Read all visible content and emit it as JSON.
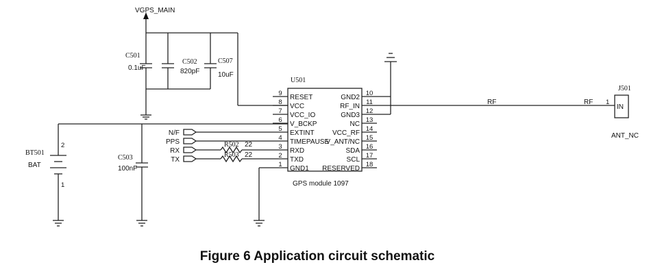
{
  "power": {
    "rail": "VGPS_MAIN"
  },
  "capacitors": {
    "c501": {
      "ref": "C501",
      "value": "0.1uF"
    },
    "c502": {
      "ref": "C502",
      "value": "820pF"
    },
    "c507": {
      "ref": "C507",
      "value": "10uF"
    },
    "c503": {
      "ref": "C503",
      "value": "100nF"
    }
  },
  "battery": {
    "ref": "BT501",
    "value": "BAT",
    "pin_top": "2",
    "pin_bottom": "1"
  },
  "module": {
    "ref": "U501",
    "name": "GPS module 1097",
    "left_pins": [
      {
        "num": "9",
        "name": "RESET"
      },
      {
        "num": "8",
        "name": "VCC"
      },
      {
        "num": "7",
        "name": "VCC_IO"
      },
      {
        "num": "6",
        "name": "V_BCKP"
      },
      {
        "num": "5",
        "name": "EXTINT"
      },
      {
        "num": "4",
        "name": "TIMEPAUSE"
      },
      {
        "num": "3",
        "name": "RXD"
      },
      {
        "num": "2",
        "name": "TXD"
      },
      {
        "num": "1",
        "name": "GND1"
      }
    ],
    "right_pins": [
      {
        "num": "10",
        "name": "GND2"
      },
      {
        "num": "11",
        "name": "RF_IN"
      },
      {
        "num": "12",
        "name": "GND3"
      },
      {
        "num": "13",
        "name": "NC"
      },
      {
        "num": "14",
        "name": "VCC_RF"
      },
      {
        "num": "15",
        "name": "V_ANT/NC"
      },
      {
        "num": "16",
        "name": "SDA"
      },
      {
        "num": "17",
        "name": "SCL"
      },
      {
        "num": "18",
        "name": "RESERVED"
      }
    ]
  },
  "resistors": {
    "r502": {
      "ref": "R502",
      "value": "22"
    },
    "r503": {
      "ref": "R503",
      "value": "22"
    }
  },
  "ports": {
    "nf": "N/F",
    "pps": "PPS",
    "rx": "RX",
    "tx": "TX"
  },
  "rf": {
    "net_label_1": "RF",
    "net_label_2": "RF"
  },
  "connector": {
    "ref": "J501",
    "pin_num": "1",
    "pin_name": "IN",
    "value": "ANT_NC"
  },
  "caption": "Figure 6 Application circuit schematic"
}
